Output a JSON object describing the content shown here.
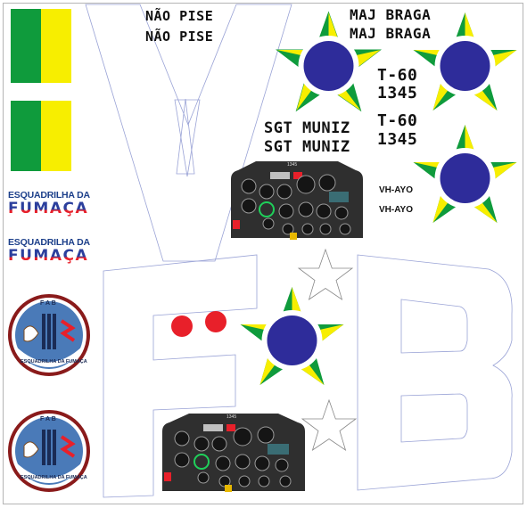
{
  "texts": {
    "nao_pise_1": "NÃO PISE",
    "nao_pise_2": "NÃO PISE",
    "maj_braga_1": "MAJ BRAGA",
    "maj_braga_2": "MAJ BRAGA",
    "t60_1": "T-60",
    "serial_1": "1345",
    "t60_2": "T-60",
    "serial_2": "1345",
    "sgt_muniz_1": "SGT MUNIZ",
    "sgt_muniz_2": "SGT MUNIZ",
    "vh_ayo_1": "VH-AYO",
    "vh_ayo_2": "VH-AYO",
    "esquadrilha_1": "ESQUADRILHA DA",
    "fumaca_1": "FUMAÇA",
    "esquadrilha_2": "ESQUADRILHA DA",
    "fumaca_2": "FUMAÇA",
    "panel_serial_1": "1345",
    "panel_serial_2": "1345",
    "emblem_top_1": "F A B",
    "emblem_arc_1": "ESQUADRILHA DA FUMAÇA",
    "emblem_top_2": "F A B",
    "emblem_arc_2": "ESQUADRILHA DA FUMAÇA",
    "big_letter_v": "V",
    "big_letter_f": "F",
    "big_letter_b": "B"
  },
  "icons": {
    "roundel": "brazilian-star-roundel-icon",
    "outline_star": "outline-star-icon",
    "red_dot": "red-dot-icon",
    "panel": "instrument-panel-icon",
    "emblem": "fab-squadron-emblem-icon",
    "flag_bar": "green-yellow-bar-icon"
  },
  "colors": {
    "green": "#0f9b3c",
    "yellow": "#f7ee00",
    "blue": "#2e2c9a",
    "red": "#e8202a",
    "outline": "#9aa3d6",
    "panel_dark": "#2f2f2f"
  }
}
